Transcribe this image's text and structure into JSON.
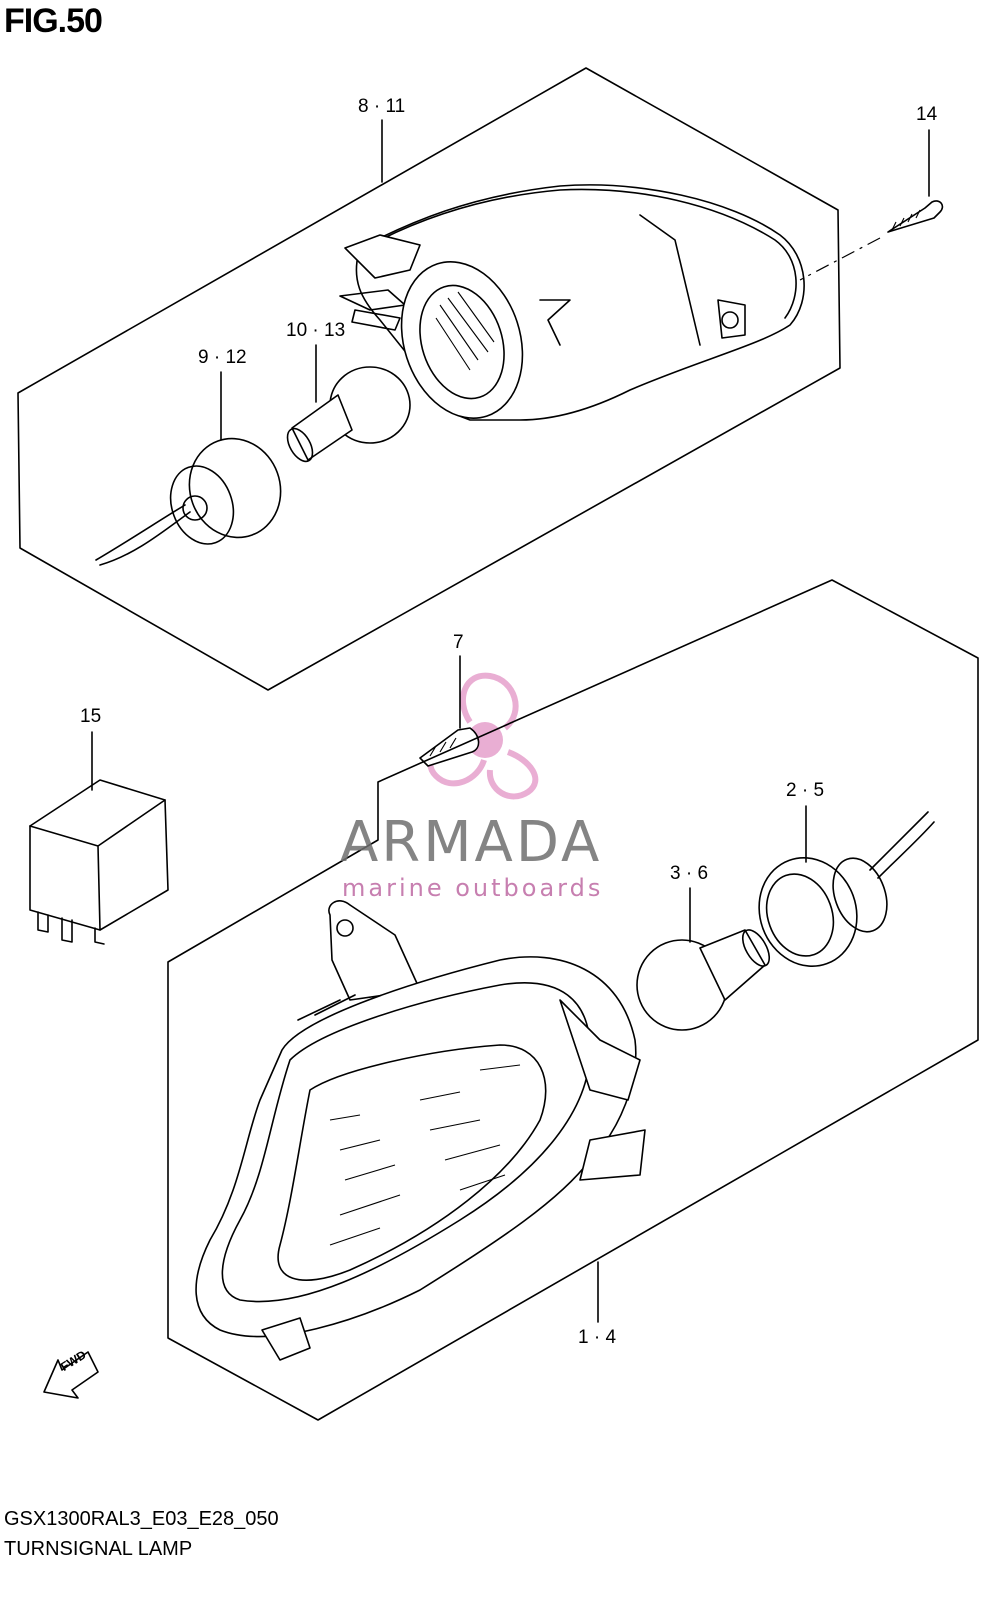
{
  "figure": {
    "title": "FIG.50"
  },
  "callouts": {
    "c_8_11": "8 · 11",
    "c_14": "14",
    "c_10_13": "10 · 13",
    "c_9_12": "9 · 12",
    "c_7": "7",
    "c_15": "15",
    "c_2_5": "2 · 5",
    "c_3_6": "3 · 6",
    "c_1_4": "1 · 4"
  },
  "direction": {
    "label": "FWD"
  },
  "watermark": {
    "brand": "ARMADA",
    "tagline": "marine outboards",
    "colors": {
      "brand": "#6f6f6f",
      "accent": "#e6a0cc"
    }
  },
  "footer": {
    "model_code": "GSX1300RAL3_E03_E28_050",
    "section_name": "TURNSIGNAL LAMP"
  }
}
